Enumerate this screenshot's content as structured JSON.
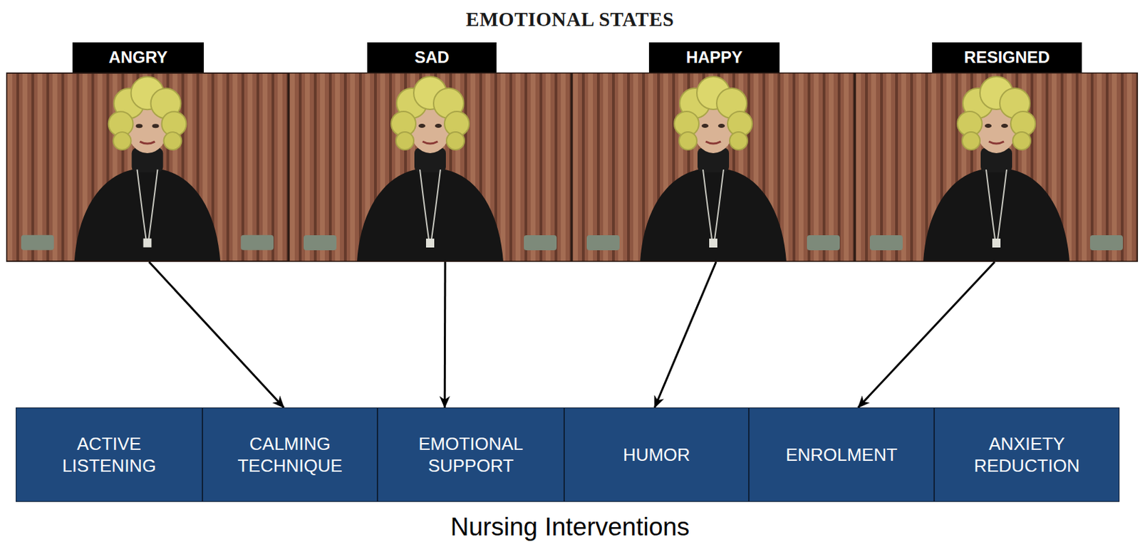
{
  "diagram": {
    "title": "EMOTIONAL STATES",
    "caption": "Nursing Interventions",
    "nodes": [
      {
        "text": [
          "ANGRY"
        ]
      },
      {
        "text": [
          "SAD"
        ]
      },
      {
        "text": [
          "HAPPY"
        ]
      },
      {
        "text": [
          "RESIGNED"
        ]
      },
      {
        "text": [
          "ACTIVE LISTENING"
        ]
      },
      {
        "text": [
          "CALMING TECHNIQUE"
        ]
      },
      {
        "text": [
          "EMOTIONAL SUPPORT"
        ]
      },
      {
        "text": [
          "HUMOR"
        ]
      },
      {
        "text": [
          "ENROLMENT"
        ]
      },
      {
        "text": [
          "ANXIETY REDUCTION"
        ]
      }
    ],
    "edges": [
      {
        "from": 0,
        "to": 5,
        "arrow": "to"
      },
      {
        "from": 1,
        "to": 6,
        "arrow": "to"
      },
      {
        "from": 2,
        "to": 7,
        "arrow": "to"
      },
      {
        "from": 3,
        "to": 8,
        "arrow": "to"
      }
    ]
  }
}
